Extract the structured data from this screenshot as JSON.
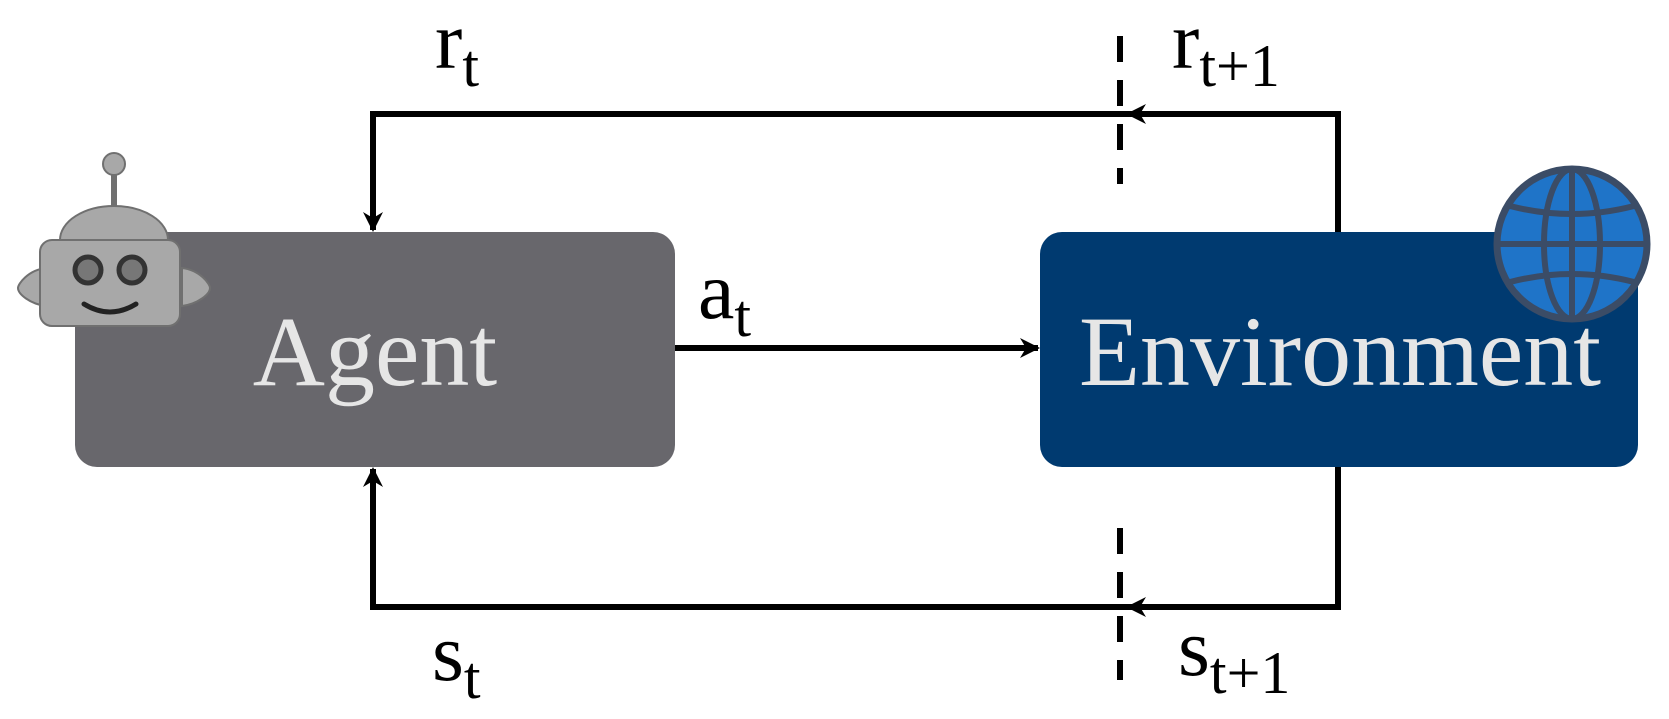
{
  "nodes": {
    "agent": {
      "label": "Agent",
      "fill": "#68676c",
      "text_color": "#e6e6e6"
    },
    "environment": {
      "label": "Environment",
      "fill": "#003a70",
      "text_color": "#e6e6e6"
    }
  },
  "edges": {
    "action": {
      "base": "a",
      "sub": "t"
    },
    "reward_current": {
      "base": "r",
      "sub": "t"
    },
    "reward_next": {
      "base": "r",
      "sub": "t+1"
    },
    "state_current": {
      "base": "s",
      "sub": "t"
    },
    "state_next": {
      "base": "s",
      "sub": "t+1"
    }
  },
  "icons": {
    "agent_icon": "robot-icon",
    "environment_icon": "globe-icon"
  },
  "colors": {
    "arrow": "#000000",
    "globe_fill": "#1f74c8",
    "globe_stroke": "#3b4c66",
    "robot_fill": "#a8a8a8",
    "robot_stroke": "#707070"
  }
}
